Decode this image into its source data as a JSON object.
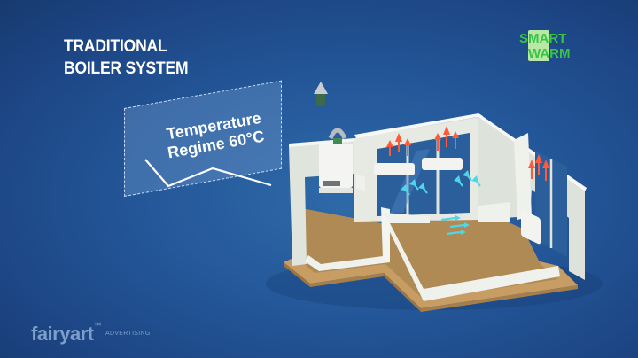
{
  "title": {
    "line1": "TRADITIONAL",
    "line2": "BOILER SYSTEM"
  },
  "logo": {
    "line1": "SMART",
    "line2": "WARM",
    "color": "#37c447"
  },
  "temperature_label": {
    "line1": "Temperature",
    "line2": "Regime 60°C"
  },
  "watermark": {
    "brand": "fairyart",
    "trademark": "™",
    "sub": "ADVERTISING"
  },
  "scene": {
    "description": "Isometric cut-away apartment with wall-mounted gas boiler, radiators under windows, red warm-air arrows rising at windows and cyan cool-air arrows on floor",
    "colors": {
      "background": "#24589a",
      "wall": "#e8ece6",
      "floor": "#b08a55",
      "hot_arrow": "#ff5a3a",
      "cold_arrow": "#4fd6e8"
    }
  }
}
